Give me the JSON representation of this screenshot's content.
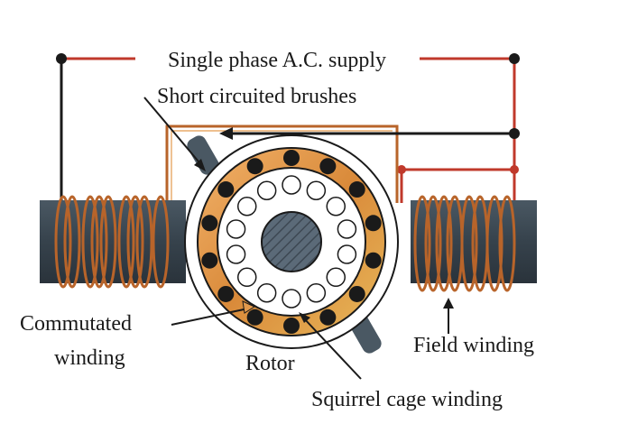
{
  "labels": {
    "supply": "Single phase A.C. supply",
    "brushes": "Short circuited brushes",
    "commutated_line1": "Commutated",
    "commutated_line2": "winding",
    "rotor": "Rotor",
    "field": "Field winding",
    "squirrel": "Squirrel cage winding"
  },
  "colors": {
    "supply_wire": "#c0392b",
    "black_wire": "#1a1a1a",
    "copper": "#b8642a",
    "copper_light": "#e39a4c",
    "pole": "#3a4650",
    "pole_dark": "#2a333b",
    "rotor_ring": "#f0d9a0",
    "shaft": "#5b6a78",
    "dot": "#1a1a1a"
  },
  "icons": [
    "commutator-bar-dot",
    "rotor-bar-circle",
    "brush",
    "shaft"
  ]
}
